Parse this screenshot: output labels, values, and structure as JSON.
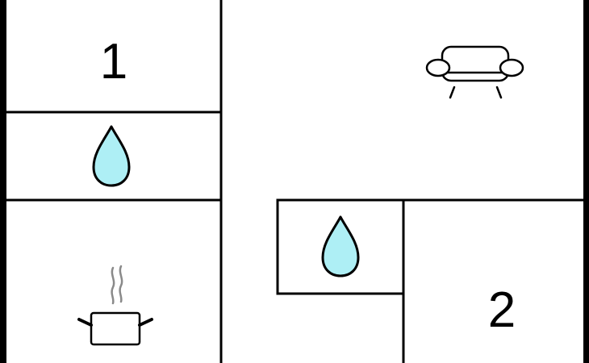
{
  "floorplan": {
    "rooms": [
      {
        "id": "bedroom-1",
        "label": "1",
        "icon": null
      },
      {
        "id": "bathroom-upper",
        "label": "",
        "icon": "water-drop-icon"
      },
      {
        "id": "kitchen",
        "label": "",
        "icon": "cooking-pot-icon"
      },
      {
        "id": "living-room",
        "label": "",
        "icon": "sofa-icon"
      },
      {
        "id": "bathroom-lower",
        "label": "",
        "icon": "water-drop-icon"
      },
      {
        "id": "bedroom-2",
        "label": "2",
        "icon": null
      }
    ],
    "labels": {
      "room_one": "1",
      "room_two": "2"
    }
  },
  "colors": {
    "frame": "#000000",
    "floor": "#ffffff",
    "wall": "#000000",
    "water": "#aeeff5"
  }
}
